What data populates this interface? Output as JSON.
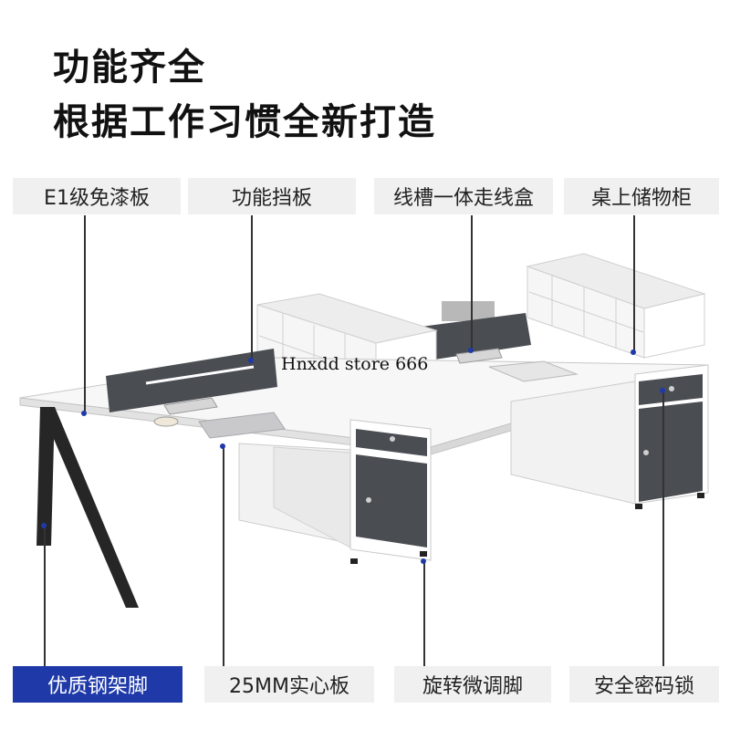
{
  "header": {
    "line1": "功能齐全",
    "line2": "根据工作习惯全新打造"
  },
  "top_labels": [
    {
      "text": "E1级免漆板"
    },
    {
      "text": "功能挡板"
    },
    {
      "text": "线槽一体走线盒"
    },
    {
      "text": "桌上储物柜"
    }
  ],
  "bottom_labels": [
    {
      "text": "优质钢架脚",
      "active": true
    },
    {
      "text": "25MM实心板"
    },
    {
      "text": "旋转微调脚"
    },
    {
      "text": "安全密码锁"
    }
  ],
  "watermark": "Hnxdd store 666",
  "colors": {
    "accent": "#1f3aa8",
    "panel_dark": "#4a4d52",
    "desk_white": "#f7f7f7",
    "label_bg": "#f0f0f0"
  }
}
